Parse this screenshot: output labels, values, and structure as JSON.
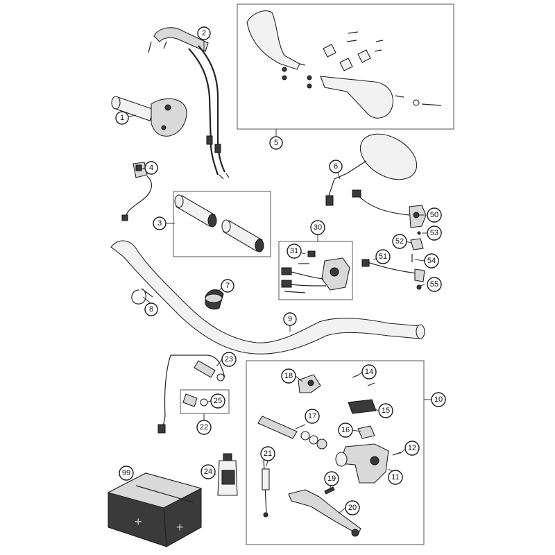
{
  "labels": {
    "l1": "1",
    "l2": "2",
    "l3": "3",
    "l4": "4",
    "l5": "5",
    "l6": "6",
    "l7": "7",
    "l8": "8",
    "l9": "9",
    "l10": "10",
    "l11": "11",
    "l12": "12",
    "l14": "14",
    "l15": "15",
    "l16": "16",
    "l17": "17",
    "l18": "18",
    "l19": "19",
    "l20": "20",
    "l21": "21",
    "l22": "22",
    "l23": "23",
    "l24": "24",
    "l25": "25",
    "l30": "30",
    "l31": "31",
    "l50": "50",
    "l51": "51",
    "l52": "52",
    "l53": "53",
    "l54": "54",
    "l55": "55",
    "l99": "99"
  },
  "colors": {
    "line": "#222222",
    "part_fill": "#d9d9d9",
    "dark_fill": "#3a3a3a"
  }
}
